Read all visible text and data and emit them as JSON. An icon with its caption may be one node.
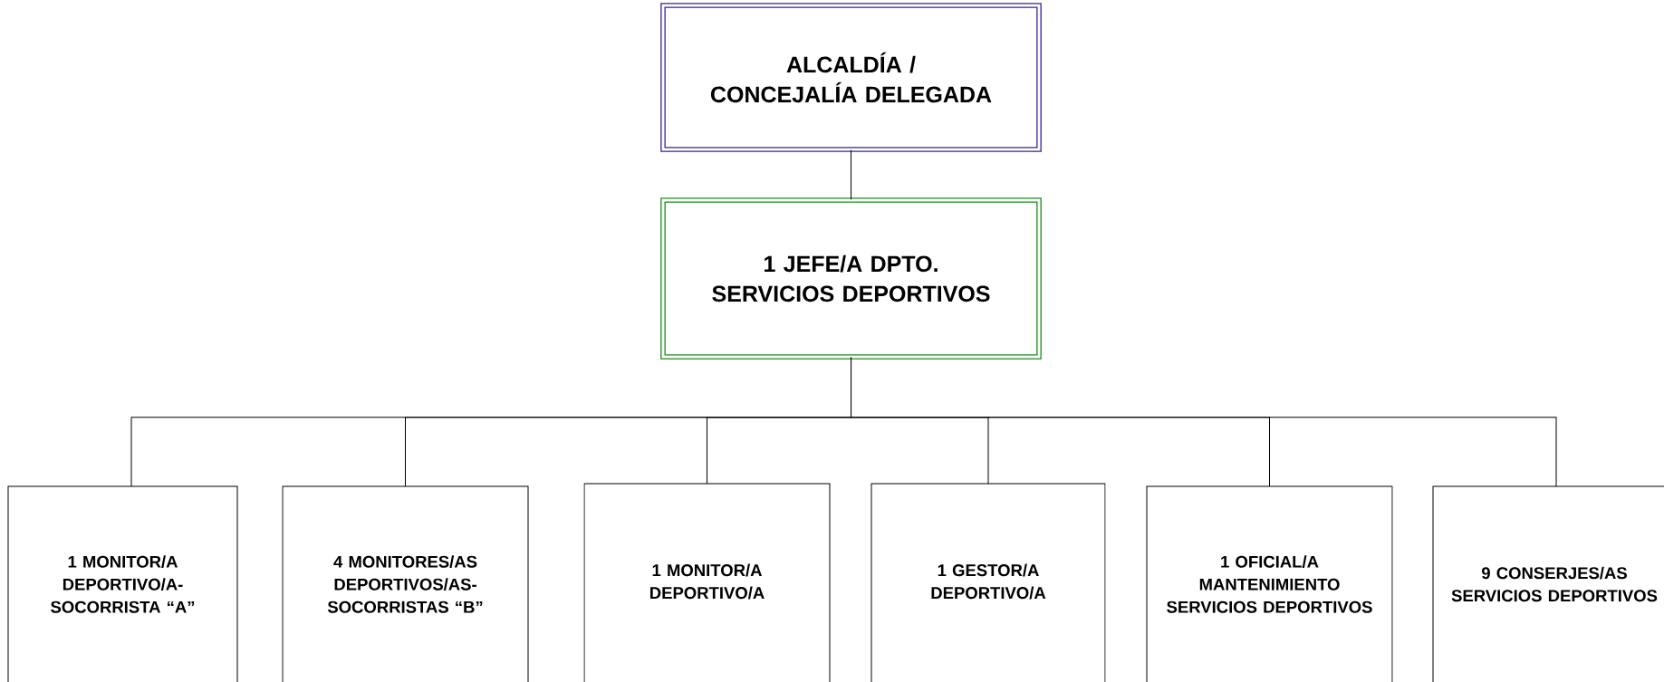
{
  "diagram": {
    "nodes": [
      {
        "text": [
          "ALCALDÍA / CONCEJALÍA DELEGADA"
        ]
      },
      {
        "text": [
          "1 JEFE/A DPTO. SERVICIOS DEPORTIVOS"
        ]
      },
      {
        "text": [
          "1 MONITOR/A DEPORTIVO/A- SOCORRISTA “A”"
        ]
      },
      {
        "text": [
          "4 MONITORES/AS DEPORTIVOS/AS- SOCORRISTAS “B”"
        ]
      },
      {
        "text": [
          "1 MONITOR/A DEPORTIVO/A"
        ]
      },
      {
        "text": [
          "1 GESTOR/A DEPORTIVO/A"
        ]
      },
      {
        "text": [
          "1 OFICIAL/A MANTENIMIENTO SERVICIOS DEPORTIVOS"
        ]
      },
      {
        "text": [
          "9 CONSERJES/AS SERVICIOS DEPORTIVOS"
        ]
      }
    ],
    "edges": [
      {
        "from": 0,
        "to": 1,
        "arrow": "none"
      },
      {
        "from": 1,
        "to": 2,
        "arrow": "none"
      },
      {
        "from": 1,
        "to": 3,
        "arrow": "none"
      },
      {
        "from": 1,
        "to": 4,
        "arrow": "none"
      },
      {
        "from": 1,
        "to": 5,
        "arrow": "none"
      },
      {
        "from": 1,
        "to": 6,
        "arrow": "none"
      },
      {
        "from": 1,
        "to": 7,
        "arrow": "none"
      }
    ]
  }
}
